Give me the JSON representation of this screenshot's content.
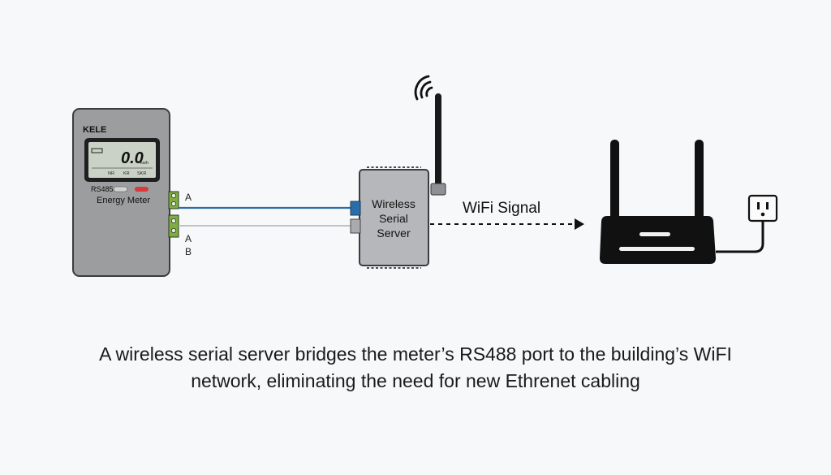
{
  "meter": {
    "brand": "KELE",
    "display_value": "0.0",
    "display_unit": "kwh",
    "display_sub_labels": [
      "NR",
      "KR",
      "SKR"
    ],
    "port_label": "RS485",
    "name": "Energy Meter",
    "terminal_labels": [
      "A",
      "A",
      "B"
    ]
  },
  "server": {
    "label_lines": [
      "Wireless",
      "Serial",
      "Server"
    ]
  },
  "link": {
    "label": "WiFi Signal"
  },
  "caption": {
    "line1": "A wireless serial server bridges the meter’s RS488 port to the building’s WiFI",
    "line2": "network, eliminating the need for new Ethrenet cabling"
  },
  "icons": {
    "wifi": "wifi-waves-icon",
    "router": "router-icon",
    "outlet": "power-outlet-icon"
  },
  "colors": {
    "device_gray": "#9b9d9f",
    "device_outline": "#3a3c3e",
    "lcd_screen": "#c9d2c4",
    "bus_wire_blue": "#2a6da8",
    "terminal_green": "#7fae43",
    "button_red": "#d9393b",
    "router_black": "#111111"
  }
}
